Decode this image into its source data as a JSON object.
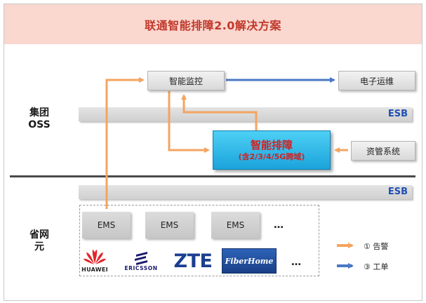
{
  "title": "联通智能排障2.0解决方案",
  "sections": {
    "group_oss_line1": "集团",
    "group_oss_line2": "OSS",
    "province_line1": "省网",
    "province_line2": "元"
  },
  "esb_label": "ESB",
  "nodes": {
    "monitor": "智能监控",
    "ops": "电子运维",
    "core_title": "智能排障",
    "core_sub": "(含2/3/4/5G跨域)",
    "assets": "资管系统"
  },
  "ems": [
    "EMS",
    "EMS",
    "EMS"
  ],
  "ellipsis": "…",
  "vendors": {
    "huawei": "HUAWEI",
    "ericsson": "ERICSSON",
    "zte": "ZTE",
    "fiberhome": "FiberHome"
  },
  "legend": {
    "alarm": "① 告警",
    "ticket": "③ 工单"
  },
  "colors": {
    "alarm_arrow": "#f4a460",
    "ticket_arrow": "#4a78c4",
    "title_bg": "#fad7cf",
    "title_text": "#c0392b",
    "core_fill": "#1ba3db",
    "esb_text": "#1f4fb4"
  }
}
